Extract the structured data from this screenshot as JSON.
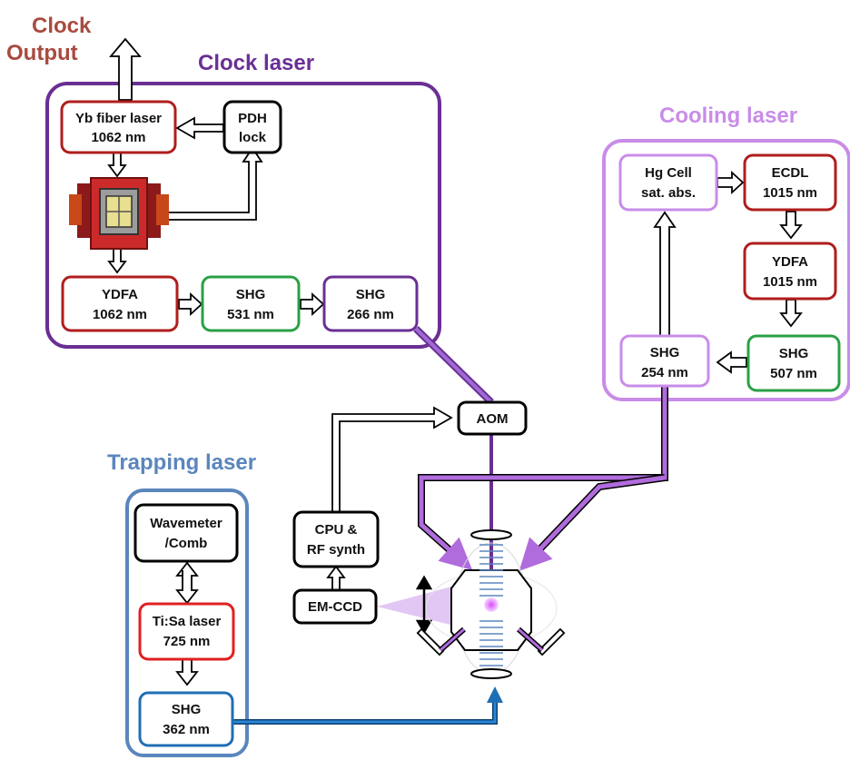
{
  "titles": {
    "clock_output_line1": "Clock",
    "clock_output_line2": "Output",
    "clock_laser": "Clock laser",
    "cooling_laser": "Cooling laser",
    "trapping_laser": "Trapping laser"
  },
  "boxes": {
    "yb_fiber": [
      "Yb fiber laser",
      "1062 nm"
    ],
    "pdh": [
      "PDH",
      "lock"
    ],
    "ydfa_clock": [
      "YDFA",
      "1062 nm"
    ],
    "shg531": [
      "SHG",
      "531 nm"
    ],
    "shg266": [
      "SHG",
      "266 nm"
    ],
    "hg_cell": [
      "Hg Cell",
      "sat. abs."
    ],
    "ecdl": [
      "ECDL",
      "1015 nm"
    ],
    "ydfa_cool": [
      "YDFA",
      "1015 nm"
    ],
    "shg507": [
      "SHG",
      "507 nm"
    ],
    "shg254": [
      "SHG",
      "254 nm"
    ],
    "aom": [
      "AOM"
    ],
    "cpu": [
      "CPU &",
      "RF synth"
    ],
    "emccd": [
      "EM-CCD"
    ],
    "wavemeter": [
      "Wavemeter",
      "/Comb"
    ],
    "tisa": [
      "Ti:Sa laser",
      "725 nm"
    ],
    "shg362": [
      "SHG",
      "362 nm"
    ]
  },
  "colors": {
    "clock": "#6a2f94",
    "clock_beam": "#8a4fc4",
    "cooling": "#c98ce8",
    "cooling_beam": "#b06bdd",
    "trapping": "#5b86bd",
    "trapping_beam": "#1f6fb5",
    "output_title": "#a94a3f",
    "red_box": "#b01e1e",
    "bright_red_box": "#e02020",
    "green_box": "#2aa046",
    "black_box": "#000000",
    "blue_box": "#1f6fb5"
  }
}
